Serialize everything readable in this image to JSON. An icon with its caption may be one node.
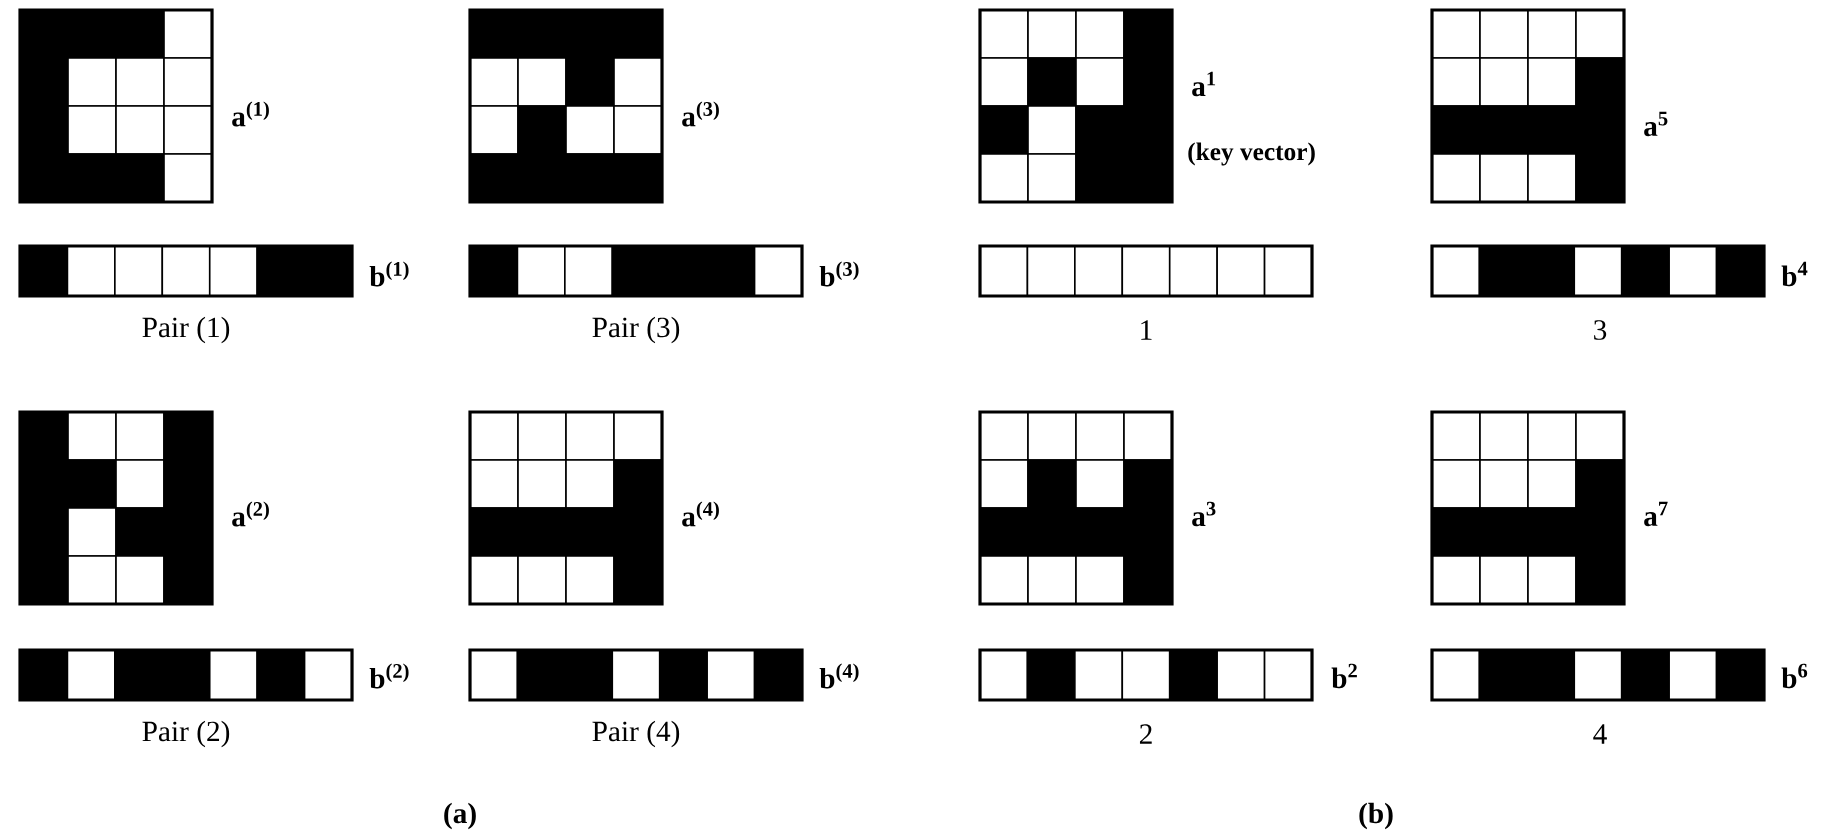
{
  "diagram": {
    "labels": [
      "**a**$^{(1)}$",
      "**a**$^{(3)}$",
      "**a**$^{1}$",
      "(key vector)",
      "**a**$^{5}$",
      "**b**$^{(1)}$",
      "**b**$^{(3)}$",
      "**b**$^{4}$",
      "Pair (1)",
      "Pair (3)",
      "1",
      "3",
      "**a**$^{(2)}$",
      "**a**$^{(4)}$",
      "**a**$^{3}$",
      "**a**$^{7}$",
      "**b**$^{(2)}$",
      "**b**$^{(4)}$",
      "**b**$^{2}$",
      "**b**$^{6}$",
      "Pair (2)",
      "Pair (4)",
      "2",
      "4",
      "(a)",
      "(b)"
    ]
  }
}
